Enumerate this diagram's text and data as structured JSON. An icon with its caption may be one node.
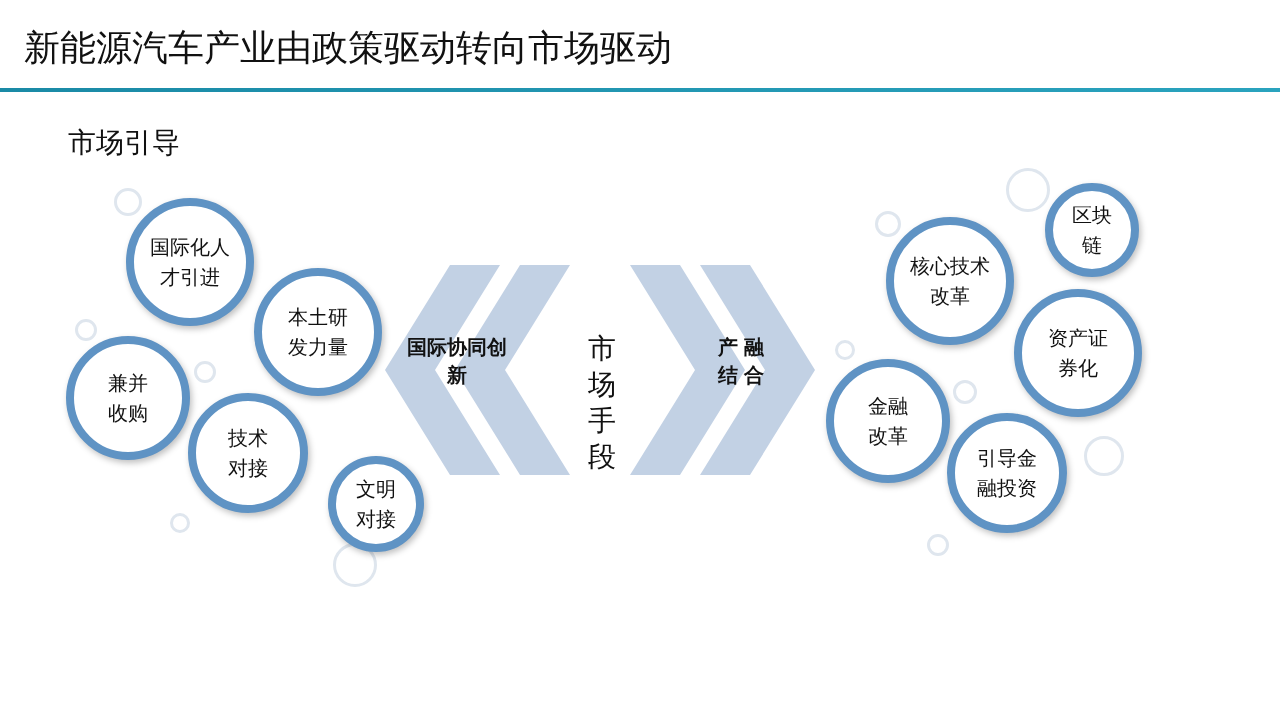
{
  "diagram": {
    "title": "新能源汽车产业由政策驱动转向市场驱动",
    "nodes": [
      {
        "text": [
          "国际化人才引进"
        ]
      },
      {
        "text": [
          "本土研发力量"
        ]
      },
      {
        "text": [
          "兼并收购"
        ]
      },
      {
        "text": [
          "技术对接"
        ]
      },
      {
        "text": [
          "文明对接"
        ]
      },
      {
        "text": [
          "国际协同创新"
        ]
      },
      {
        "text": [
          "市场手段"
        ]
      },
      {
        "text": [
          "产融结合"
        ]
      },
      {
        "text": [
          "核心技术改革"
        ]
      },
      {
        "text": [
          "区块链"
        ]
      },
      {
        "text": [
          "资产证券化"
        ]
      },
      {
        "text": [
          "金融改革"
        ]
      },
      {
        "text": [
          "引导金融投资"
        ]
      }
    ],
    "labels": [
      "市场引导"
    ]
  }
}
